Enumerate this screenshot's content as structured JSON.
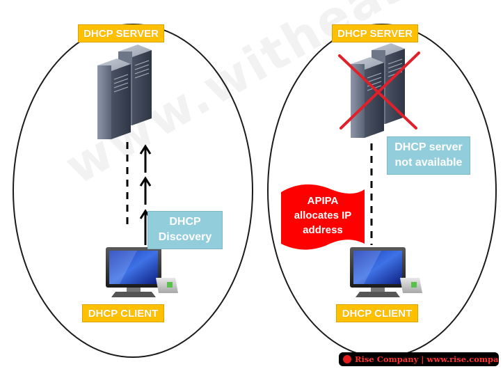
{
  "left": {
    "server_label": "DHCP SERVER",
    "client_label": "DHCP CLIENT",
    "discovery_line1": "DHCP",
    "discovery_line2": "Discovery"
  },
  "right": {
    "server_label": "DHCP SERVER",
    "client_label": "DHCP CLIENT",
    "status_line1": "DHCP server",
    "status_line2": "not available",
    "apipa_line1": "APIPA",
    "apipa_line2": "allocates IP",
    "apipa_line3": "address"
  },
  "watermark": "www.withease.com",
  "footer": {
    "text": "Rise Company | www.rise.company"
  },
  "colors": {
    "label": "#ffc000",
    "callout": "#92cddc",
    "apipa_banner": "#ff0000",
    "cross": "#e0202a"
  },
  "icons": [
    "server-icon",
    "monitor-icon",
    "cross-icon",
    "arrow-up-icon"
  ]
}
